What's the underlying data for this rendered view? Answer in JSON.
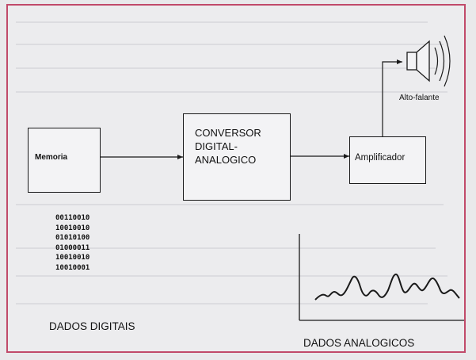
{
  "blocks": {
    "memory": "Memoria",
    "converter": [
      "CONVERSOR",
      "DIGITAL-",
      "ANALOGICO"
    ],
    "amplifier": "Amplificador"
  },
  "speaker_label": "Alto-falante",
  "digital_bits": [
    "00110010",
    "10010010",
    "01010100",
    "01000011",
    "10010010",
    "10010001"
  ],
  "captions": {
    "digital": "DADOS DIGITAIS",
    "analog": "DADOS ANALOGICOS"
  },
  "colors": {
    "border": "#c14a6a",
    "ink": "#1a1a1a",
    "background": "#ececee"
  }
}
